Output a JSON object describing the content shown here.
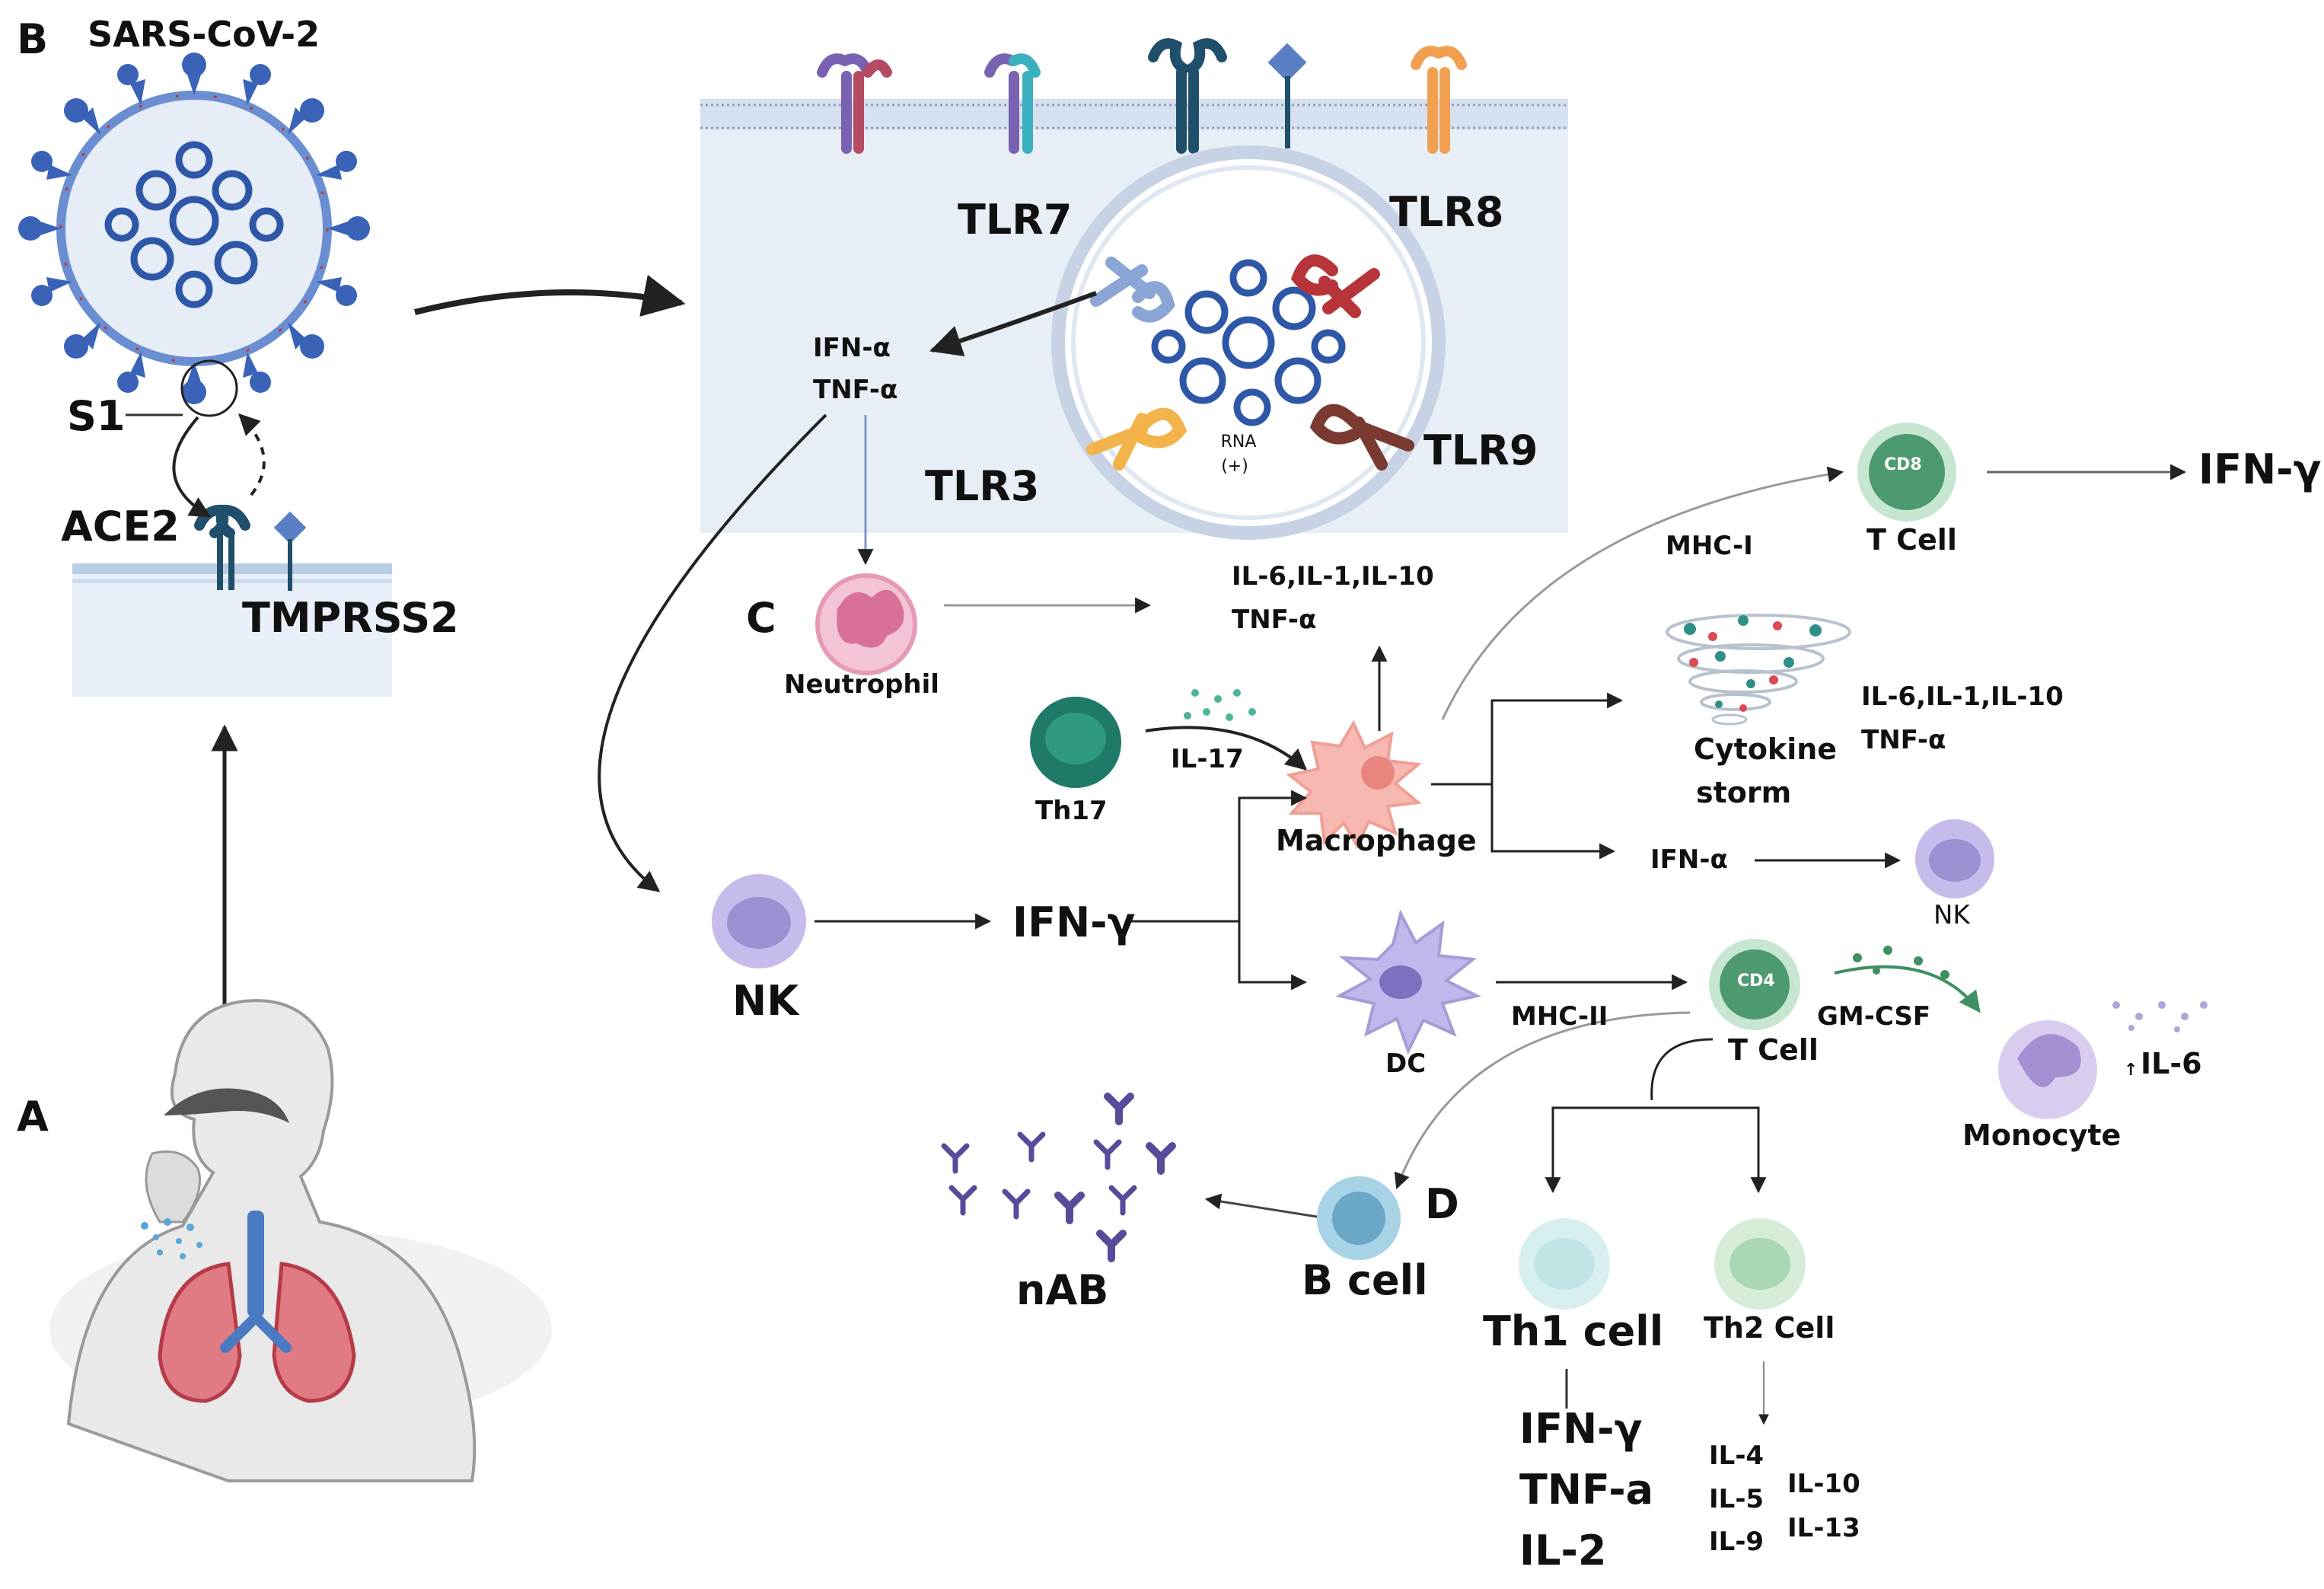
{
  "panels": {
    "a": "A",
    "b": "B",
    "c": "C",
    "d": "D"
  },
  "virus": {
    "title": "SARS-CoV-2",
    "s1": "S1",
    "ace2": "ACE2",
    "tmprss2": "TMPRSS2"
  },
  "tlr": {
    "tlr7": "TLR7",
    "tlr8": "TLR8",
    "tlr3": "TLR3",
    "tlr9": "TLR9",
    "rna": "RNA",
    "rna_sense": "(+)"
  },
  "cell_box": {
    "ifn_alpha": "IFN-α",
    "tnf_alpha": "TNF-α"
  },
  "neutrophil": {
    "label": "Neutrophil",
    "cytokines_line1": "IL-6,IL-1,IL-10",
    "cytokines_line2": "TNF-α"
  },
  "th17": {
    "label": "Th17",
    "il17": "IL-17"
  },
  "macrophage": {
    "label": "Macrophage"
  },
  "cd8": {
    "marker": "CD8",
    "label": "T Cell",
    "mhc": "MHC-I",
    "output": "IFN-γ"
  },
  "storm": {
    "label_line1": "Cytokine",
    "label_line2": "storm",
    "cytokines_line1": "IL-6,IL-1,IL-10",
    "cytokines_line2": "TNF-α"
  },
  "nk_right": {
    "ifn": "IFN-α",
    "label": "NK"
  },
  "nk_left": {
    "label": "NK",
    "ifn": "IFN-γ"
  },
  "dc": {
    "label": "DC",
    "mhc": "MHC-II"
  },
  "cd4": {
    "marker": "CD4",
    "label": "T Cell",
    "gmcsf": "GM-CSF"
  },
  "monocyte": {
    "label": "Monocyte",
    "il6": "IL-6"
  },
  "bcell": {
    "label": "B cell",
    "nab": "nAB"
  },
  "th1": {
    "label": "Th1 cell",
    "c1": "IFN-γ",
    "c2": "TNF-a",
    "c3": "IL-2"
  },
  "th2": {
    "label": "Th2 Cell",
    "c1": "IL-4",
    "c2": "IL-5",
    "c3": "IL-9",
    "c4": "IL-10",
    "c5": "IL-13"
  },
  "colors": {
    "virus_blue": "#3a63b8",
    "membrane": "#cfdcec",
    "nk_purple": "#a99ad8",
    "tcell_green": "#4e9a70",
    "th17_teal": "#1f7a68",
    "neutrophil_pink": "#e79ab8",
    "macrophage_pink": "#f1a7a7",
    "lung_red": "#d9505a"
  }
}
